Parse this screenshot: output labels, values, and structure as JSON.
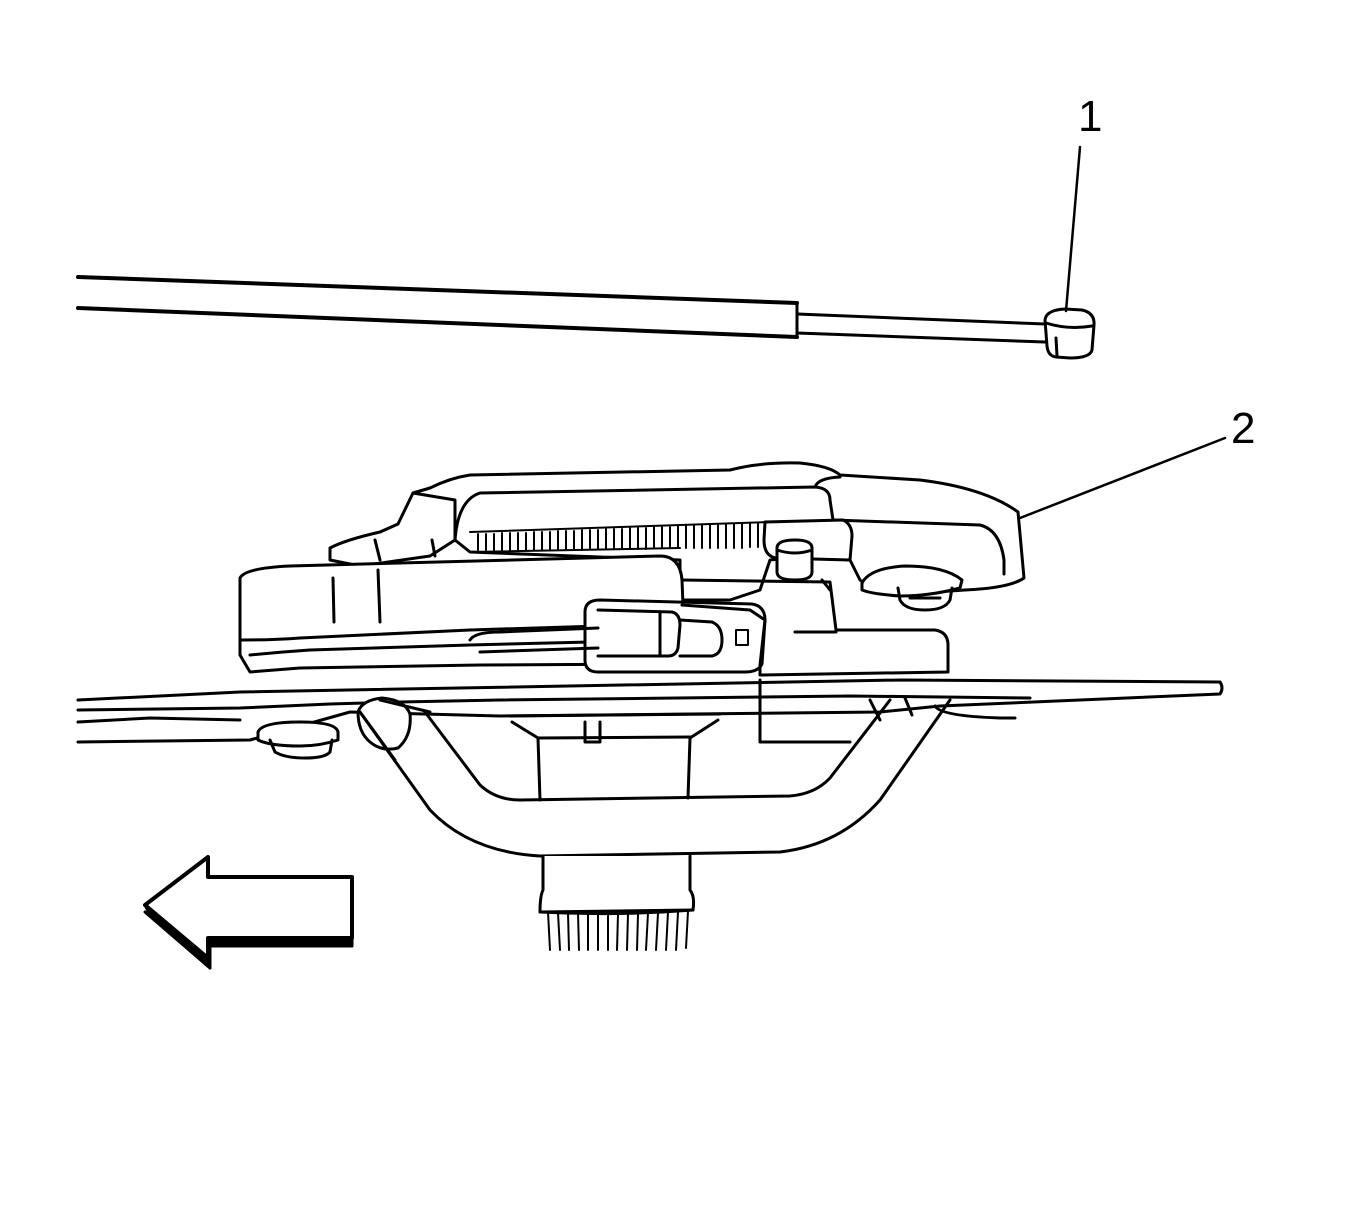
{
  "diagram": {
    "callouts": [
      {
        "id": "1",
        "label": "1"
      },
      {
        "id": "2",
        "label": "2"
      }
    ],
    "stroke_color": "#000000",
    "background_color": "#ffffff"
  }
}
